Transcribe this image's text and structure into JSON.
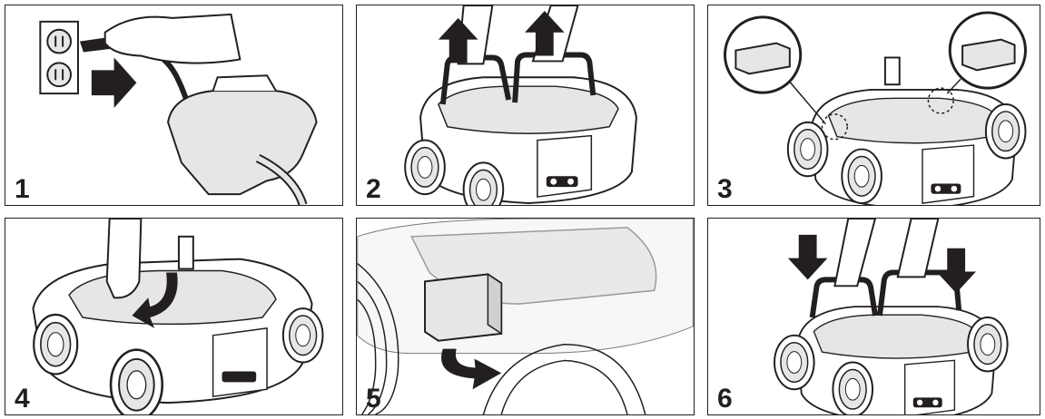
{
  "steps": [
    {
      "number": "1"
    },
    {
      "number": "2"
    },
    {
      "number": "3"
    },
    {
      "number": "4"
    },
    {
      "number": "5"
    },
    {
      "number": "6"
    }
  ],
  "colors": {
    "outline": "#231f20",
    "arrow": "#231f20",
    "shade": "#e6e6e6",
    "panel_bg": "#ffffff"
  }
}
